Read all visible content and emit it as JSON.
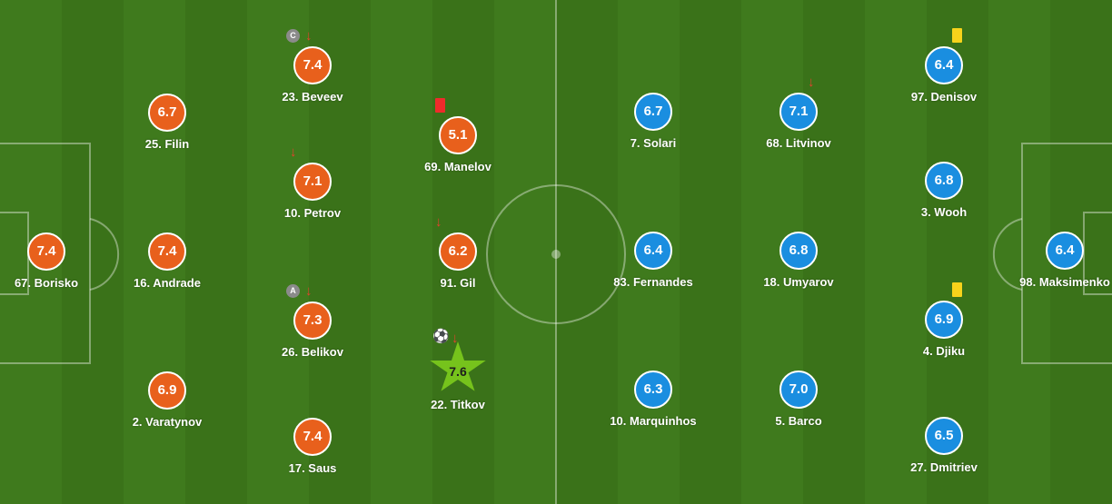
{
  "colors": {
    "home_team": "#e8601c",
    "away_team": "#1a8ee0",
    "man_of_match": "#76c31c",
    "substitution_arrow": "#e5412c",
    "yellow_card": "#f7d31b",
    "red_card": "#ef2b2b"
  },
  "home": {
    "players": [
      {
        "name": "67. Borisko",
        "rating": "7.4"
      },
      {
        "name": "25. Filin",
        "rating": "6.7"
      },
      {
        "name": "16. Andrade",
        "rating": "7.4"
      },
      {
        "name": "2. Varatynov",
        "rating": "6.9"
      },
      {
        "name": "23. Beveev",
        "rating": "7.4",
        "badge": "C",
        "subbed_off": true
      },
      {
        "name": "10. Petrov",
        "rating": "7.1",
        "subbed_off": true
      },
      {
        "name": "26. Belikov",
        "rating": "7.3",
        "badge": "A",
        "subbed_off": true
      },
      {
        "name": "17. Saus",
        "rating": "7.4"
      },
      {
        "name": "69. Manelov",
        "rating": "5.1",
        "card": "red"
      },
      {
        "name": "91. Gil",
        "rating": "6.2",
        "subbed_off": true
      },
      {
        "name": "22. Titkov",
        "rating": "7.6",
        "goal": true,
        "subbed_off": true,
        "man_of_match": true
      }
    ]
  },
  "away": {
    "players": [
      {
        "name": "7. Solari",
        "rating": "6.7"
      },
      {
        "name": "83. Fernandes",
        "rating": "6.4"
      },
      {
        "name": "10. Marquinhos",
        "rating": "6.3"
      },
      {
        "name": "68. Litvinov",
        "rating": "7.1",
        "subbed_off": true
      },
      {
        "name": "18. Umyarov",
        "rating": "6.8"
      },
      {
        "name": "5. Barco",
        "rating": "7.0"
      },
      {
        "name": "97. Denisov",
        "rating": "6.4",
        "card": "yellow"
      },
      {
        "name": "3. Wooh",
        "rating": "6.8"
      },
      {
        "name": "4. Djiku",
        "rating": "6.9",
        "card": "yellow"
      },
      {
        "name": "27. Dmitriev",
        "rating": "6.5"
      },
      {
        "name": "98. Maksimenko",
        "rating": "6.4"
      }
    ]
  },
  "icons": {
    "captain_badge": "captain-badge-icon",
    "assistant_badge": "assistant-badge-icon",
    "substitution": "sub-off-arrow-icon",
    "goal": "soccer-ball-icon",
    "yellow_card": "yellow-card-icon",
    "red_card": "red-card-icon"
  },
  "glyphs": {
    "arrow": "↓",
    "ball": "⚽"
  }
}
